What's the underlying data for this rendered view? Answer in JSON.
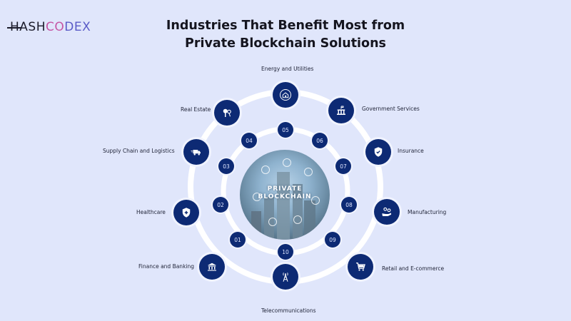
{
  "logo": {
    "part1": "H",
    "part2": "ASH",
    "part3": "CO",
    "part4": "DEX"
  },
  "title": {
    "line1": "Industries That Benefit Most from",
    "line2": "Private Blockchain Solutions"
  },
  "center": {
    "line1": "PRIVATE",
    "line2": "BLOCKCHAIN"
  },
  "colors": {
    "background": "#e0e6fb",
    "node": "#0d2a74",
    "ring": "#ffffff",
    "logo_pink": "#c556a4",
    "logo_purple": "#5a5bc7"
  },
  "industries": [
    {
      "label": "Finance and Banking",
      "icon": "bank-icon",
      "number": "01"
    },
    {
      "label": "Healthcare",
      "icon": "shield-plus-icon",
      "number": "02"
    },
    {
      "label": "Supply Chain and Logistics",
      "icon": "truck-icon",
      "number": "03"
    },
    {
      "label": "Real Estate",
      "icon": "keys-icon",
      "number": "04"
    },
    {
      "label": "Energy and Utilities",
      "icon": "house-energy-icon",
      "number": "05"
    },
    {
      "label": "Government Services",
      "icon": "government-building-icon",
      "number": "06"
    },
    {
      "label": "Insurance",
      "icon": "shield-check-icon",
      "number": "07"
    },
    {
      "label": "Manufacturing",
      "icon": "gears-hand-icon",
      "number": "08"
    },
    {
      "label": "Retail and E-commerce",
      "icon": "cart-icon",
      "number": "09"
    },
    {
      "label": "Telecommunications",
      "icon": "antenna-tower-icon",
      "number": "10"
    }
  ]
}
